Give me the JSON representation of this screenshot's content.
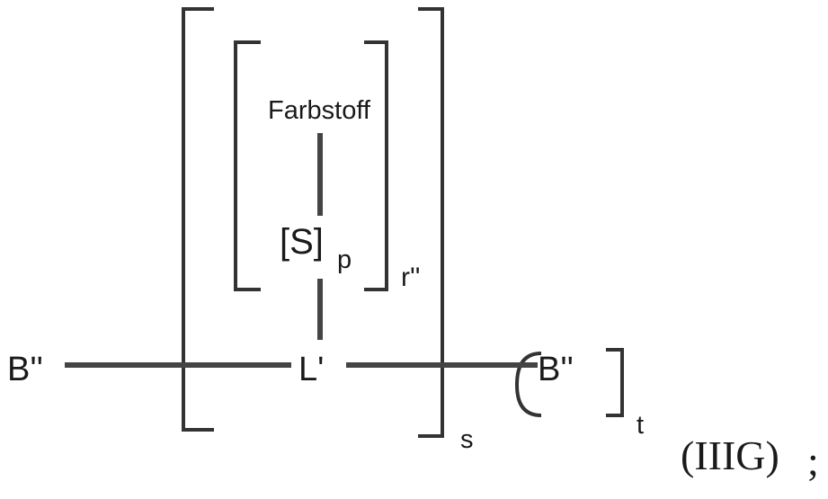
{
  "formula": {
    "dye_label": "Farbstoff",
    "spacer_label": "[S]",
    "spacer_subscript": "p",
    "inner_repeat_label": "r''",
    "linker_label": "L'",
    "end_group_left": "B''",
    "end_group_right": "B''",
    "outer_repeat_label": "s",
    "right_repeat_label": "t",
    "formula_id": "(IIIG)",
    "trailing_punct": ";"
  }
}
